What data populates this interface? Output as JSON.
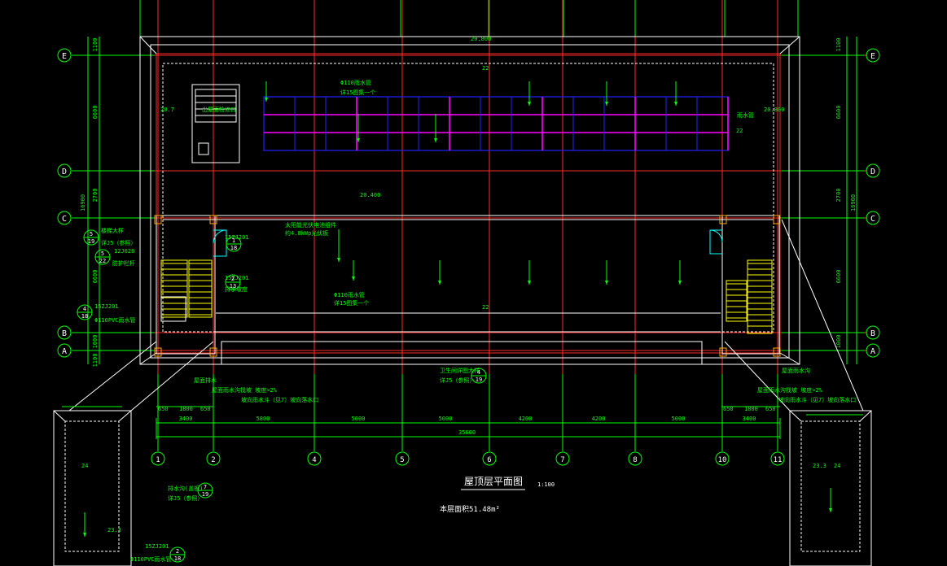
{
  "title": {
    "name": "屋顶层平面图",
    "scale": "1:100",
    "area": "本层面积51.48m²"
  },
  "colors": {
    "grid": "#ff2a2a",
    "dim": "#00ff00",
    "wall": "#ffffff",
    "panel_blue": "#2222ff",
    "panel_magenta": "#ff00ff",
    "bubble": "#00ff00",
    "stair": "#ffff00",
    "door": "#00ffff"
  },
  "axes_rows": [
    {
      "label": "E"
    },
    {
      "label": "D"
    },
    {
      "label": "C"
    },
    {
      "label": "B"
    },
    {
      "label": "A"
    }
  ],
  "axes_cols": [
    {
      "label": "1"
    },
    {
      "label": "2"
    },
    {
      "label": "4"
    },
    {
      "label": "5"
    },
    {
      "label": "6"
    },
    {
      "label": "7"
    },
    {
      "label": "8"
    },
    {
      "label": "10"
    },
    {
      "label": "11"
    }
  ],
  "bottom_dims": [
    "3400",
    "5800",
    "5000",
    "5000",
    "4200",
    "4200",
    "5000",
    "3400"
  ],
  "total_dim": "35600",
  "left_small_dims": [
    "650",
    "1800",
    "650"
  ],
  "right_small_dims": [
    "650",
    "1800",
    "650"
  ],
  "left_vdims": [
    "1100",
    "6600",
    "2700",
    "6600",
    "1000",
    "1100"
  ],
  "left_total_vdim": "16900",
  "right_vdims": [
    "1100",
    "6600",
    "2700",
    "6600",
    "1000"
  ],
  "right_total_vdim": "16900",
  "elevations": {
    "top": "20.800",
    "left": "20.7",
    "right": "20.800",
    "center": "20.400",
    "slope_top": "22",
    "slope_mid": "22",
    "slope_right": "22",
    "left_box_top": "24",
    "left_box_bottom": "23.3",
    "right_box_top": "23.3",
    "right_box_top2": "24"
  },
  "notes": {
    "pipe_top": "Φ110雨水管",
    "pipe_top2": "详15图集一个",
    "solar_note": "太阳能光伏电池组件",
    "solar_note2": "约4.8kWp光伏板",
    "pipe_mid": "Φ110雨水管",
    "pipe_mid2": "详15图集一个",
    "left_stair_label": "楼梯大样",
    "left_ref1": "详J5（参照）",
    "left_ref2": "12J026",
    "left_ref3": "防护栏杆",
    "left_pvc": "Φ110PVC雨水管",
    "left_15zj": "15ZJ201",
    "left_slope": "排水坡度",
    "center_bubble_note": "卫生间详图大样",
    "center_bubble_note2": "详J5（参照）",
    "left_bottom_note1": "排水沟(盖板)",
    "left_bottom_note2": "详J5（参照）",
    "left_bottom_15zj": "15ZJ201",
    "left_bottom_pvc": "Φ110PVC雨水管",
    "left_lower1": "屋面排水",
    "left_lower2": "屋面雨水沟找坡 坡度>2%",
    "left_lower3": "坡向雨水斗（见7）坡向落水口",
    "right_lower1": "屋面雨水沟",
    "right_lower2": "屋面雨水沟找坡 坡度>2%",
    "right_lower3": "坡向雨水斗（见7）坡向落水口",
    "left_15zj_a": "15ZJ201",
    "left_15zj_b": "15ZJ201",
    "right_room": "雨水管",
    "hatch": "出屋面检修口"
  },
  "bubbles": {
    "b1": {
      "top": "1",
      "bot": "18"
    },
    "b2": {
      "top": "2",
      "bot": "13"
    },
    "b3": {
      "top": "5",
      "bot": "19"
    },
    "b4": {
      "top": "5",
      "bot": "22"
    },
    "b5": {
      "top": "4",
      "bot": "18"
    },
    "b6": {
      "top": "4",
      "bot": "19"
    },
    "b7": {
      "top": "7",
      "bot": "19"
    },
    "b8": {
      "top": "2",
      "bot": "18"
    }
  }
}
